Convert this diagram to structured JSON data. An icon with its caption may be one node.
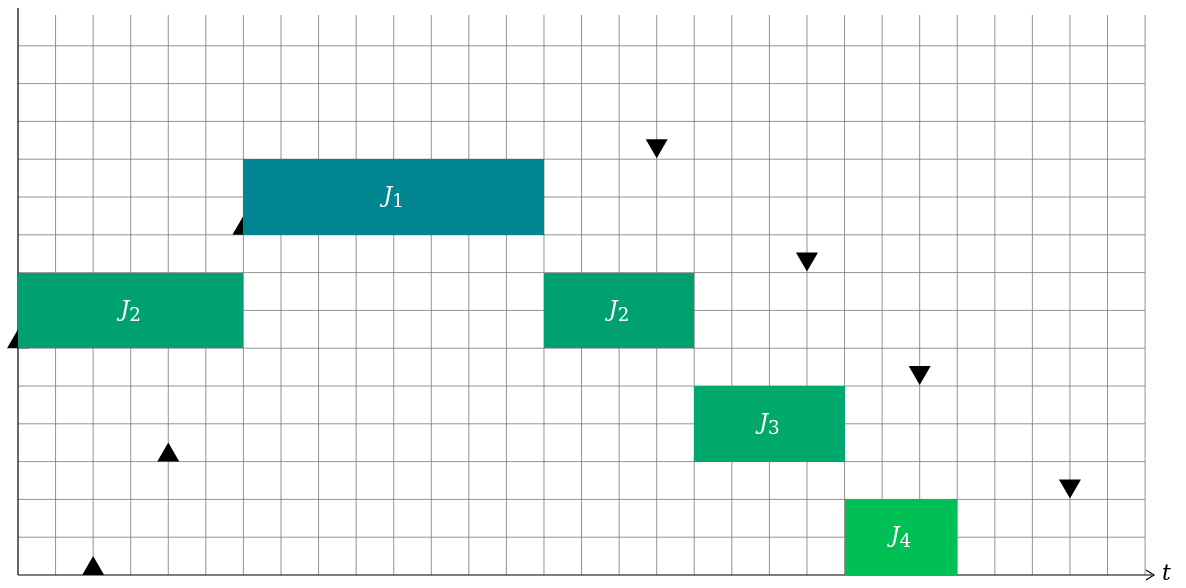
{
  "diagram": {
    "nodes": [
      {
        "text": [
          "*J*$_{1}$"
        ]
      },
      {
        "text": [
          "*J*$_{2}$"
        ]
      },
      {
        "text": [
          "*J*$_{2}$"
        ]
      },
      {
        "text": [
          "*J*$_{3}$"
        ]
      },
      {
        "text": [
          "*J*$_{4}$"
        ]
      }
    ],
    "labels": [
      "*t*"
    ]
  }
}
